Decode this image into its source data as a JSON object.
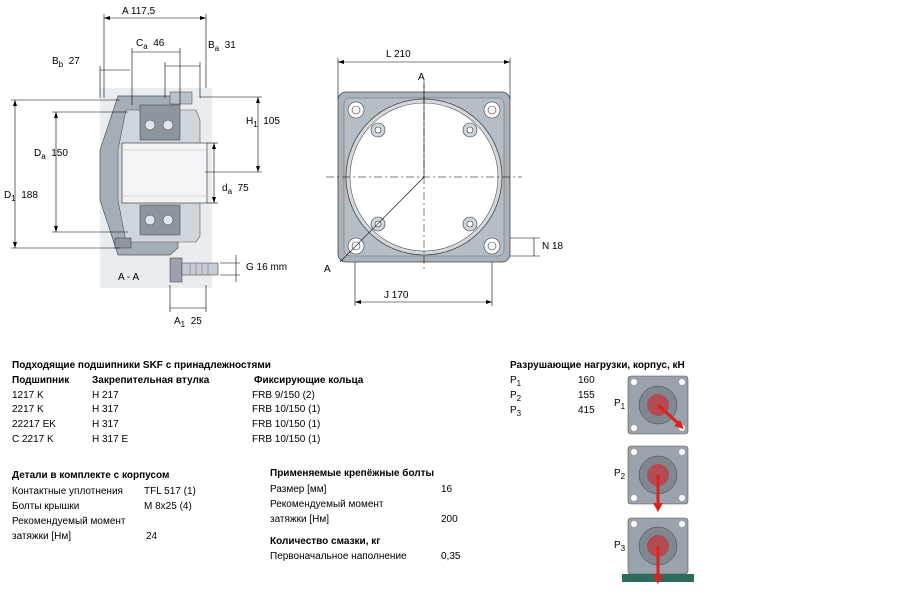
{
  "drawing": {
    "dims": {
      "A": "A  117,5",
      "Ca": "C",
      "Ca_sub": "a",
      "Ca_val": "46",
      "Bb": "B",
      "Bb_sub": "b",
      "Bb_val": "27",
      "Ba": "B",
      "Ba_sub": "a",
      "Ba_val": "31",
      "H1": "H",
      "H1_sub": "1",
      "H1_val": "105",
      "Da": "D",
      "Da_sub": "a",
      "Da_val": "150",
      "D1": "D",
      "D1_sub": "1",
      "D1_val": "188",
      "da": "d",
      "da_sub": "a",
      "da_val": "75",
      "G": "G  16 mm",
      "A1": "A",
      "A1_sub": "1",
      "A1_val": "25",
      "section": "A - A",
      "L": "L  210",
      "A_top": "A",
      "A_bottom": "A",
      "N": "N  18",
      "J": "J  170"
    }
  },
  "bearings": {
    "title": "Подходящие подшипники SKF с принадлежностями",
    "headers": [
      "Подшипник",
      "Закрепительная втулка",
      "Фиксирующие кольца"
    ],
    "rows": [
      [
        "1217 K",
        "H 217",
        "FRB 9/150  (2)"
      ],
      [
        "2217 K",
        "H 317",
        "FRB 10/150  (1)"
      ],
      [
        "22217 EK",
        "H 317",
        "FRB 10/150  (1)"
      ],
      [
        "C 2217 K",
        "H 317 E",
        "FRB 10/150  (1)"
      ]
    ]
  },
  "kit": {
    "title": "Детали в комплекте с корпусом",
    "seals_label": "Контактные уплотнения",
    "seals_value": "TFL 517  (1)",
    "bolts_label": "Болты крышки",
    "bolts_value": "M 8x25  (4)",
    "torque_label1": "Рекомендуемый момент",
    "torque_label2": "затяжки [Нм]",
    "torque_value": "24"
  },
  "fixing": {
    "title": "Применяемые крепёжные болты",
    "size_label": "Размер [мм]",
    "size_value": "16",
    "torque_label1": "Рекомендуемый момент",
    "torque_label2": "затяжки [Нм]",
    "torque_value": "200"
  },
  "grease": {
    "title": "Количество смазки, кг",
    "initial_label": "Первоначальное наполнение",
    "initial_value": "0,35"
  },
  "loads": {
    "title": "Разрушающие нагрузки, корпус, кН",
    "items": [
      {
        "label": "P",
        "sub": "1",
        "value": "160"
      },
      {
        "label": "P",
        "sub": "2",
        "value": "155"
      },
      {
        "label": "P",
        "sub": "3",
        "value": "415"
      }
    ]
  },
  "colors": {
    "housing": "#9aa3ab",
    "housing_dark": "#6d767e",
    "arrow": "#e0201b",
    "base": "#2d6b5d"
  }
}
